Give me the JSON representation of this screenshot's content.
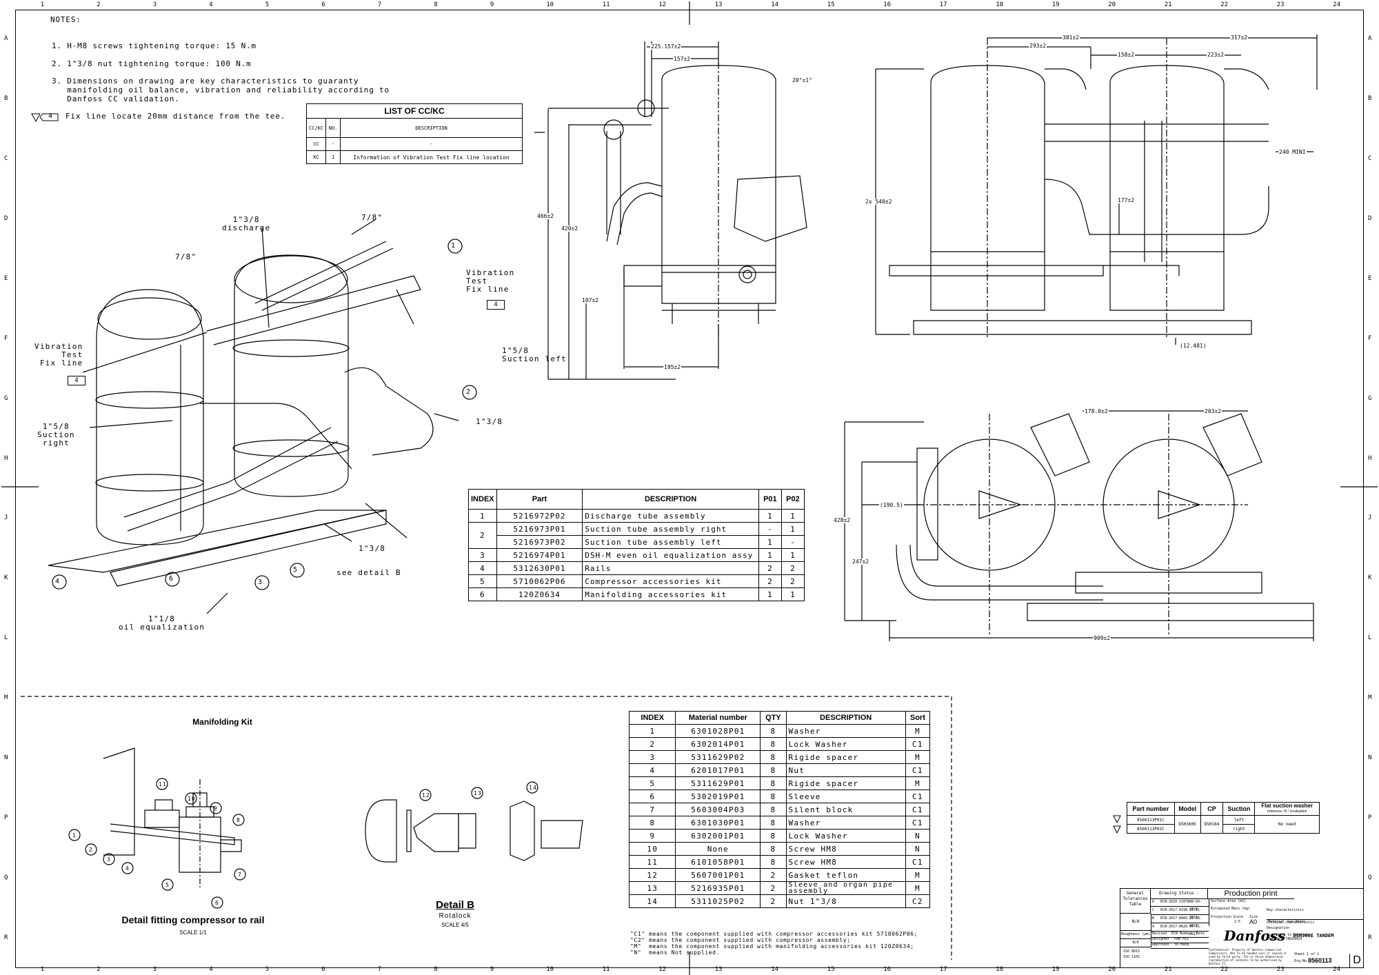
{
  "zones_top": [
    "1",
    "2",
    "3",
    "4",
    "5",
    "6",
    "7",
    "8",
    "9",
    "10",
    "11",
    "12",
    "13",
    "14",
    "15",
    "16",
    "17",
    "18",
    "19",
    "20",
    "21",
    "22",
    "23",
    "24"
  ],
  "zones_side": [
    "A",
    "B",
    "C",
    "D",
    "E",
    "F",
    "G",
    "H",
    "J",
    "K",
    "L",
    "M",
    "N",
    "P",
    "Q",
    "R"
  ],
  "notes": {
    "heading": "NOTES:",
    "n1": "1. H-M8 screws tightening torque: 15 N.m",
    "n2": "2. 1\"3/8 nut tightening torque: 100 N.m",
    "n3": "3. Dimensions on drawing are key characteristics to guaranty\n   manifolding oil balance, vibration and reliability according to\n   Danfoss CC validation.",
    "n4_tag": "4",
    "n4": "Fix line locate 20mm distance from the tee."
  },
  "cc_list": {
    "title": "LIST OF CC/KC",
    "headers": [
      "CC/KC",
      "NO.",
      "DESCRIPTION"
    ],
    "rows": [
      [
        "CC",
        "-",
        "-"
      ],
      [
        "KC",
        "1",
        "Information of Vibration Test Fix line location"
      ]
    ]
  },
  "iso_labels": {
    "discharge": "1\"3/8\ndischarge",
    "seven_eighths_a": "7/8\"",
    "seven_eighths_b": "7/8\"",
    "vib_right": "Vibration\nTest\nFix line",
    "vib_left": "Vibration\nTest\nFix line",
    "tag4": "4",
    "suction_left": "1\"5/8\nSuction left",
    "one38_right": "1\"3/8",
    "suction_right": "1\"5/8\nSuction\nright",
    "one38_bottom": "1\"3/8",
    "see_detail": "see detail B",
    "oil_eq": "1\"1/8\noil equalization",
    "b1": "1",
    "b2": "2",
    "b3": "3",
    "b4": "4",
    "b5": "5",
    "b6": "6"
  },
  "side_dims": {
    "d1": "225.157±2",
    "d2": "157±2",
    "d3": "20°±1°",
    "d4": "466±2",
    "d5": "420±2",
    "d6": "107±2",
    "d7": "195±2"
  },
  "front_dims": {
    "d1": "381±2",
    "d2": "317±2",
    "d3": "293±2",
    "d4": "158±2",
    "d5": "223±2",
    "d6": "240 MINI",
    "d7": "2x 540±2",
    "d8": "177±2",
    "d9": "(12.481)"
  },
  "top_dims": {
    "d1": "178.0±2",
    "d2": "203±2",
    "d3": "(190.5)",
    "d4": "428±2",
    "d5": "247±2",
    "d6": "909±2"
  },
  "parts": {
    "headers": [
      "INDEX",
      "Part",
      "DESCRIPTION",
      "P01",
      "P02"
    ],
    "rows": [
      [
        "1",
        "5216972P02",
        "Discharge tube assembly",
        "1",
        "1"
      ],
      [
        "2",
        "5216973P01",
        "Suction tube assembly right",
        "-",
        "1"
      ],
      [
        "",
        "5216973P02",
        "Suction tube assembly left",
        "1",
        "-"
      ],
      [
        "3",
        "5216974P01",
        "DSH-M even oil equalization assy",
        "1",
        "1"
      ],
      [
        "4",
        "5312630P01",
        "Rails",
        "2",
        "2"
      ],
      [
        "5",
        "5710062P06",
        "Compressor accessories kit",
        "2",
        "2"
      ],
      [
        "6",
        "120Z0634",
        "Manifolding accessories kit",
        "1",
        "1"
      ]
    ]
  },
  "materials": {
    "headers": [
      "INDEX",
      "Material number",
      "QTY",
      "DESCRIPTION",
      "Sort"
    ],
    "rows": [
      [
        "1",
        "6301028P01",
        "8",
        "Washer",
        "M"
      ],
      [
        "2",
        "6302014P01",
        "8",
        "Lock Washer",
        "C1"
      ],
      [
        "3",
        "5311629P02",
        "8",
        "Rigide spacer",
        "M"
      ],
      [
        "4",
        "6201017P01",
        "8",
        "Nut",
        "C1"
      ],
      [
        "5",
        "5311629P01",
        "8",
        "Rigide spacer",
        "M"
      ],
      [
        "6",
        "5302019P01",
        "8",
        "Sleeve",
        "C1"
      ],
      [
        "7",
        "5603004P03",
        "8",
        "Silent block",
        "C1"
      ],
      [
        "8",
        "6301030P01",
        "8",
        "Washer",
        "C1"
      ],
      [
        "9",
        "6302001P01",
        "8",
        "Lock Washer",
        "N"
      ],
      [
        "10",
        "None",
        "8",
        "Screw HM8",
        "N"
      ],
      [
        "11",
        "6101058P01",
        "8",
        "Screw HM8",
        "C1"
      ],
      [
        "12",
        "5607001P01",
        "2",
        "Gasket teflon",
        "M"
      ],
      [
        "13",
        "5216935P01",
        "2",
        "Sleeve and organ pipe assembly",
        "M"
      ],
      [
        "14",
        "5311025P02",
        "2",
        "Nut 1\"3/8",
        "C2"
      ]
    ],
    "footnote": "\"C1\" means the component supplied with compressor accessories kit 5710062P06;\n\"C2\" means the component supplied with compressor assembly;\n\"M\"  means the component supplied with manifolding accessories kit 120Z0634;\n\"N\"  means Not supplied."
  },
  "manifold": {
    "title": "Manifolding Kit",
    "caption": "Detail fitting compressor to rail",
    "scale": "SCALE 1/1",
    "detailb": "Detail B",
    "detailb_sub": "Rotalock",
    "detailb_scale": "SCALE 4/5",
    "c1": "1",
    "c2": "2",
    "c3": "3",
    "c4": "4",
    "c5": "5",
    "c6": "6",
    "c7": "7",
    "c8": "8",
    "c9": "9",
    "c10": "10",
    "c11": "11",
    "c12": "12",
    "c13": "13",
    "c14": "14"
  },
  "variants": {
    "headers": [
      "Part number",
      "Model",
      "CP",
      "Suction",
      "Flat suction washer"
    ],
    "header_sub": "reference / B / localisation",
    "rows": [
      [
        "8560113P01C",
        "DSH360E",
        "DSH184",
        "left",
        "No need"
      ],
      [
        "8560113P02C",
        "",
        "",
        "right",
        ""
      ]
    ]
  },
  "title_block": {
    "tolerances": "General\nTolerances\nTable",
    "drawing_status": "Drawing Status :",
    "status": "Production print",
    "key1": "Key characteristic",
    "key2": "Critical characteristic",
    "key3": "According to Danfoss\nstandard 7A020024",
    "surface": "Surface Area (m2)",
    "est_mass": "Estimated Mass (kg)",
    "projection": "Projection",
    "scale_l": "Scale",
    "scale_v": "2:5",
    "size_l": "Size",
    "size_v": "A0",
    "material": "Material",
    "material_v": "See Notes",
    "designation_l": "Designation",
    "designation": "DSH360E TANDEM",
    "ecn_rows": [
      [
        "D",
        "ECN-2020-11078",
        "08-04-2020"
      ],
      [
        "C",
        "ECN-2017-9338",
        "15-11-2017"
      ],
      [
        "B",
        "ECN-2017-8989",
        "29-08-2017"
      ],
      [
        "A",
        "ECN-2017-8620",
        "06-01-2017"
      ]
    ],
    "revised": "Revised",
    "ecn_number": "ECN Number",
    "date": "Date",
    "designed": "Designed",
    "designer": "PAN FEI",
    "approved": "Approved",
    "approver": "Ye Hang",
    "brand": "Danfoss",
    "confidential": "Confidential: Property of Danfoss Commercial Compressors. Not to be handed over or copied or used by third party. The or three dimensional reproduction of contents to be authorised by Danfoss CC.",
    "sheet": "Sheet 1 of 1",
    "drawing_no_l": "Drg.No",
    "drawing_no": "8560113",
    "rev": "D",
    "rough": "Roughness (µm)",
    "rough_v": "N/A",
    "iso1": "ISO 8015",
    "iso2": "ISO 1101",
    "na": "N/A"
  }
}
